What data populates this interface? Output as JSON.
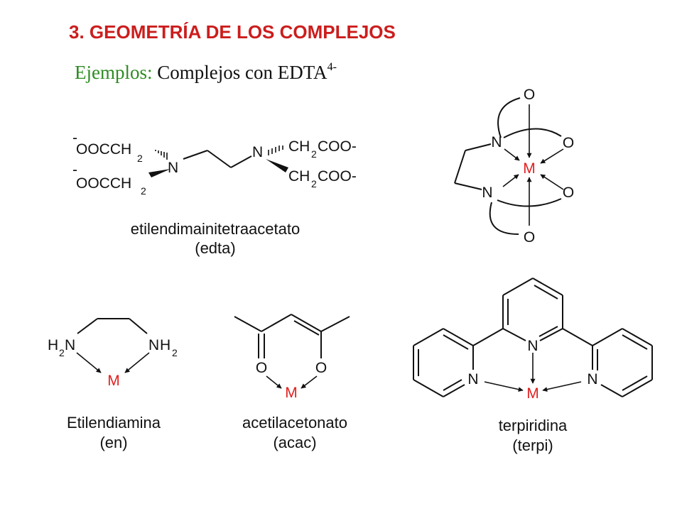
{
  "header": {
    "title": "3. GEOMETRÍA DE LOS COMPLEJOS",
    "subtitle_label": "Ejemplos:",
    "subtitle_text": "Complejos con EDTA",
    "subtitle_charge": "4-"
  },
  "colors": {
    "title": "#cc1d1d",
    "subtitle_label": "#2e8b22",
    "metal": "#e02020",
    "ink": "#111111"
  },
  "atoms": {
    "N": "N",
    "O": "O",
    "M": "M",
    "H": "H",
    "sub2": "2",
    "minus": "-",
    "ooocch": "OOCCH",
    "ch": "CH",
    "coo": "COO-"
  },
  "edta": {
    "name": "etilendimainitetraacetato",
    "abbr": "(edta)"
  },
  "en": {
    "name": "Etilendiamina",
    "abbr": "(en)"
  },
  "acac": {
    "name": "acetilacetonato",
    "abbr": "(acac)"
  },
  "terpi": {
    "name": "terpiridina",
    "abbr": "(terpi)"
  }
}
